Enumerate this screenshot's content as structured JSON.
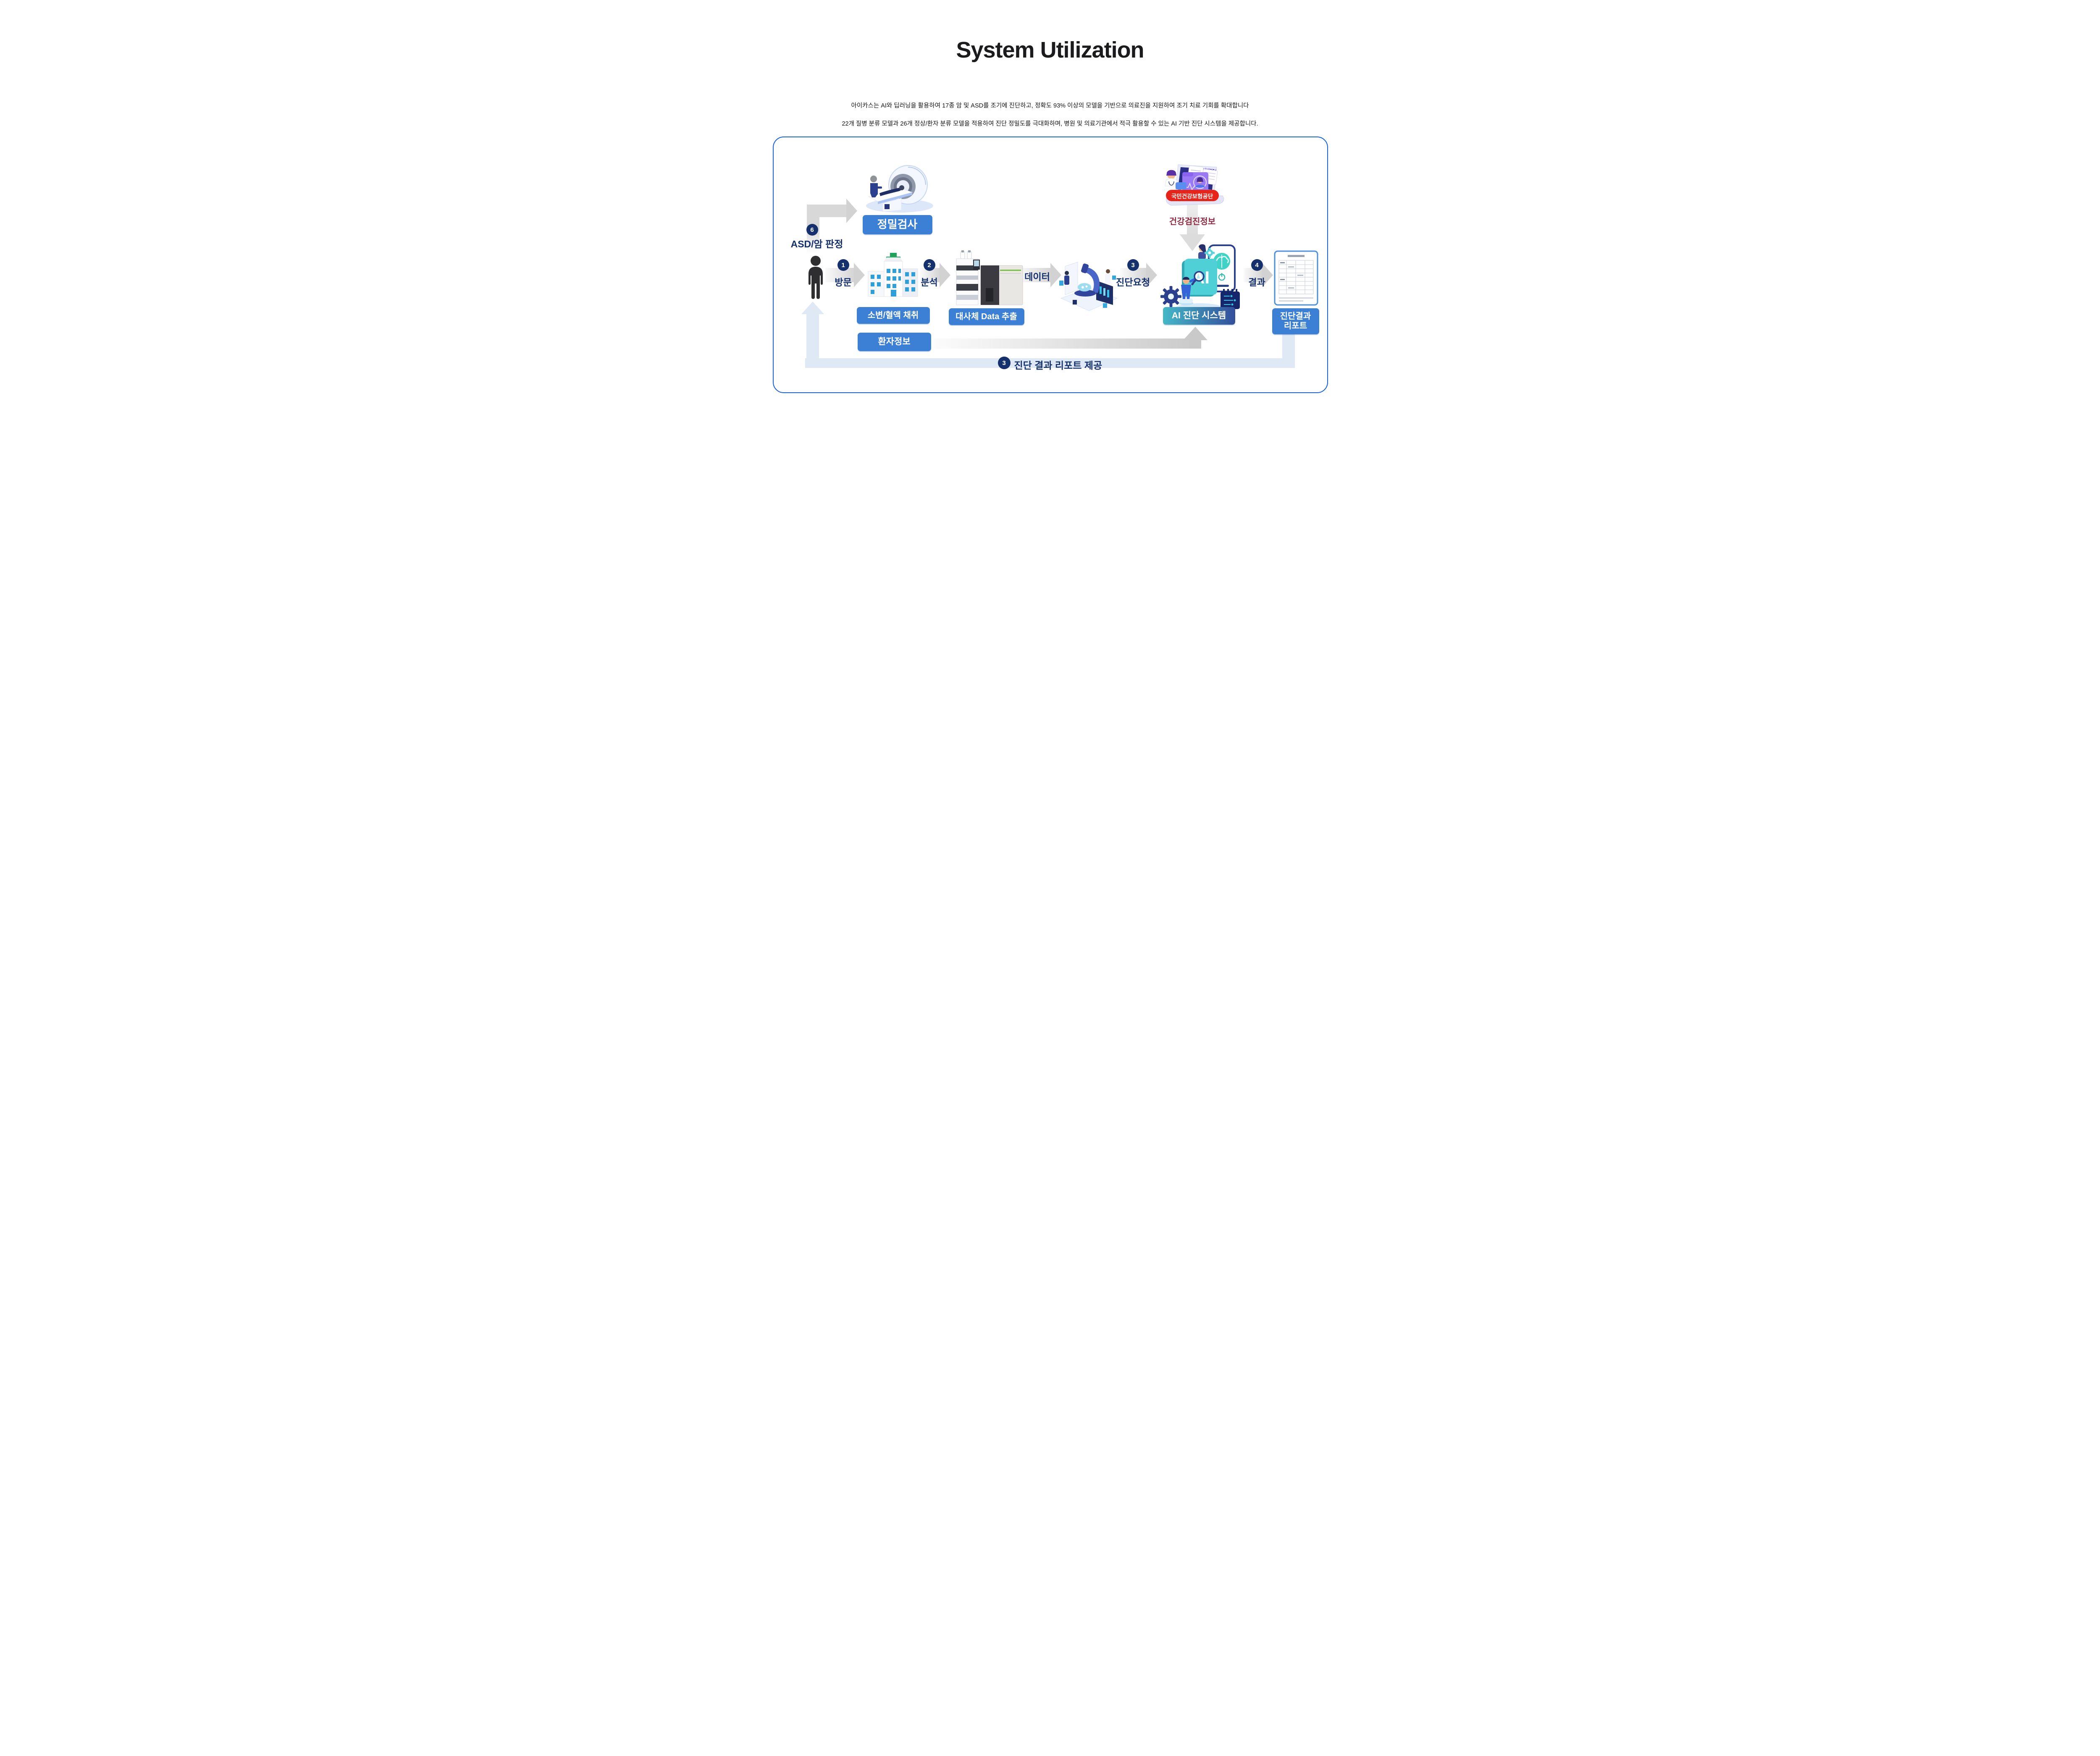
{
  "title": "System Utilization",
  "subtitle": {
    "line1": "아이카스는 AI와 딥러닝을 활용하여 17종 암 및 ASD를 조기에 진단하고, 정확도 93% 이상의 모델을 기반으로 의료진을 지원하여 조기 치료 기회를 확대합니다",
    "line2": "22개 질병 분류 모델과 26개 정상/환자 분류 모델을 적용하여 진단 정밀도를 극대화하며, 병원 및 의료기관에서 적극 활용할 수 있는 AI 기반 진단 시스템을 제공합니다."
  },
  "diagram": {
    "precision_label": "정밀검사",
    "judgement": {
      "num": "6",
      "label": "ASD/암 판정"
    },
    "steps": [
      {
        "num": "1",
        "label": "방문"
      },
      {
        "num": "2",
        "label": "분석"
      },
      {
        "num": "3",
        "label": "진단요청"
      },
      {
        "num": "4",
        "label": "결과"
      }
    ],
    "data_label": "데이터",
    "labels": {
      "urine_blood": "소변/혈액 채취",
      "patient_info": "환자정보",
      "metabolite": "대사체 Data 추출",
      "ai_system": "AI 진단 시스템",
      "report_line1": "진단결과",
      "report_line2": "리포트"
    },
    "ai_tile_text": "AI",
    "nhis_badge": "국민건강보험공단",
    "health_exam_info": "건강검진정보",
    "bottom_flow": {
      "num": "3",
      "label": "진단 결과 리포트 제공"
    },
    "colors": {
      "label_blue": "#3c80d6",
      "navy": "#14316d",
      "frame_blue": "#1461e8",
      "band_blue": "#dfe9f6",
      "badge_red": "#e8231a",
      "maroon": "#8e2b45",
      "ai_gradient_start": "#44b8c8",
      "ai_gradient_end": "#334f9b"
    }
  }
}
